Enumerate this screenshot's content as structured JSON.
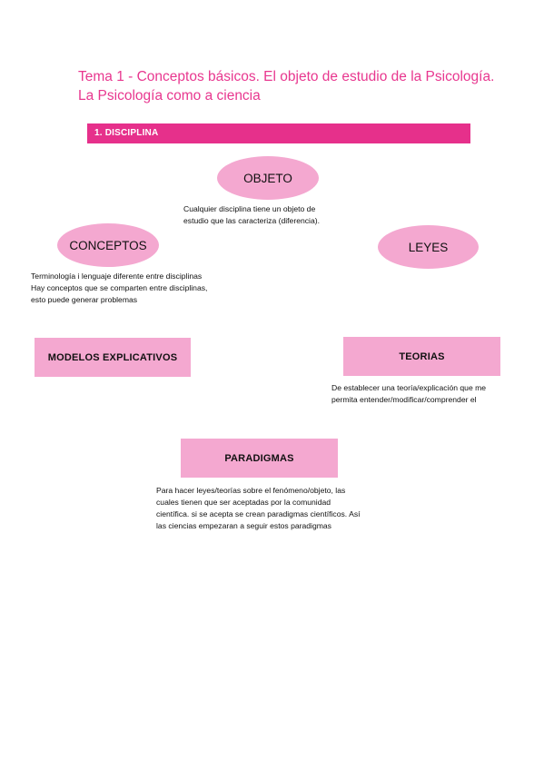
{
  "title": {
    "line1": "Tema 1 - Conceptos básicos. El objeto de estudio de la Psicología.",
    "line2": "La Psicología como a ciencia"
  },
  "section": {
    "label": "1.  DISCIPLINA"
  },
  "nodes": {
    "objeto": {
      "label": "OBJETO",
      "note": [
        "Cualquier disciplina tiene un objeto de",
        "estudio que las caracteriza (diferencia)."
      ]
    },
    "conceptos": {
      "label": "CONCEPTOS",
      "note": [
        "Terminología i lenguaje diferente entre disciplinas",
        "Hay conceptos que se comparten entre disciplinas,",
        "esto puede generar problemas"
      ]
    },
    "leyes": {
      "label": "LEYES"
    },
    "modelos": {
      "label": "MODELOS EXPLICATIVOS"
    },
    "teorias": {
      "label": "TEORIAS",
      "note": [
        "De establecer una teoría/explicación que me",
        "permita entender/modificar/comprender el"
      ]
    },
    "paradigmas": {
      "label": "PARADIGMAS",
      "note": [
        "Para hacer leyes/teorías sobre el fenómeno/objeto, las",
        "cuales tienen que ser aceptadas por la comunidad",
        "científica. si se acepta se crean paradigmas científicos. Así",
        "las ciencias empezaran a seguir estos paradigmas"
      ]
    }
  },
  "colors": {
    "accent": "#e6308b",
    "title": "#e8378f",
    "shape_fill": "#f4a8d0"
  }
}
